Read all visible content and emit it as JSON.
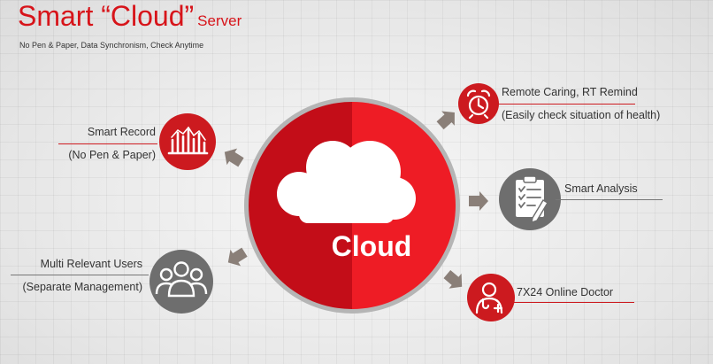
{
  "header": {
    "title": "Smart  “Cloud”",
    "title_suffix": "Server",
    "subtitle": "No Pen & Paper,  Data Synchronism,  Check Anytime"
  },
  "center": {
    "label": "Cloud",
    "icon": "cloud-icon",
    "colors": {
      "left": "#c30d18",
      "right": "#ee1c25",
      "ring": "#b5b5b5"
    }
  },
  "features": {
    "smart_record": {
      "title": "Smart Record",
      "subtitle": "(No Pen & Paper)",
      "icon": "bar-chart-icon",
      "color": "#cc1a1f"
    },
    "remote_caring": {
      "title": "Remote Caring, RT Remind",
      "subtitle": "(Easily check situation of health)",
      "icon": "alarm-clock-icon",
      "color": "#cc1a1f"
    },
    "smart_analysis": {
      "title": "Smart Analysis",
      "icon": "clipboard-check-icon",
      "color": "#6e6e6e"
    },
    "multi_users": {
      "title": "Multi Relevant Users",
      "subtitle": "(Separate Management)",
      "icon": "users-group-icon",
      "color": "#6e6e6e"
    },
    "online_doctor": {
      "title": "7X24 Online Doctor",
      "icon": "doctor-icon",
      "color": "#cc1a1f"
    }
  },
  "colors": {
    "accent": "#d7141a",
    "gray": "#6e6e6e",
    "arrow": "#8a7f78"
  }
}
